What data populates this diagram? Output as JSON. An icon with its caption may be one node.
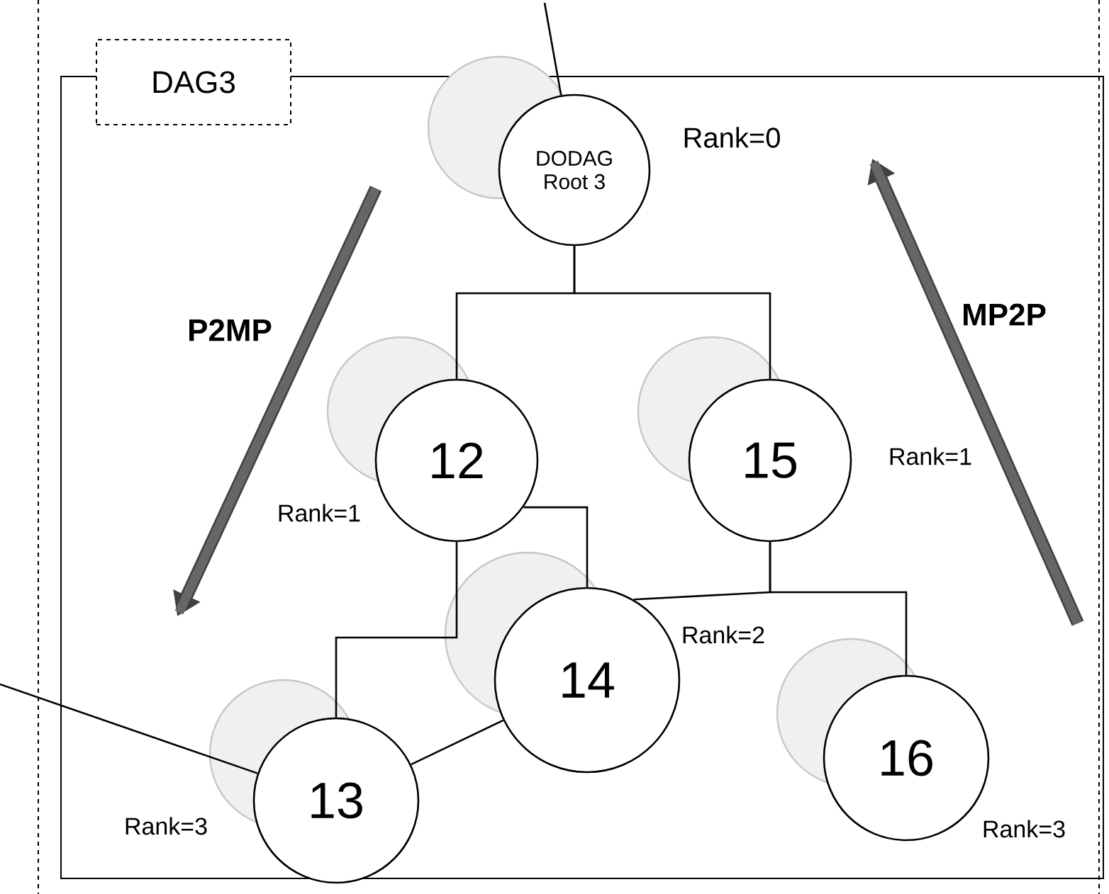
{
  "diagram": {
    "nodes": [
      {
        "text": [
          "DAG3"
        ]
      },
      {
        "text": [
          "DODAG Root 3"
        ],
        "beside": [
          "Rank=0"
        ]
      },
      {
        "text": [
          "12"
        ],
        "beside": [
          "Rank=1"
        ]
      },
      {
        "text": [
          "15"
        ],
        "beside": [
          "Rank=1"
        ]
      },
      {
        "text": [
          "14"
        ],
        "beside": [
          "Rank=2"
        ]
      },
      {
        "text": [
          "13"
        ],
        "beside": [
          "Rank=3"
        ]
      },
      {
        "text": [
          "16"
        ],
        "beside": [
          "Rank=3"
        ]
      }
    ],
    "edges": [
      {
        "from": 1,
        "to": 2,
        "arrow": "none"
      },
      {
        "from": 1,
        "to": 3,
        "arrow": "none"
      },
      {
        "from": 2,
        "to": 5,
        "arrow": "none"
      },
      {
        "from": 2,
        "to": 4,
        "arrow": "none"
      },
      {
        "from": 3,
        "to": 4,
        "arrow": "none"
      },
      {
        "from": 3,
        "to": 6,
        "arrow": "none"
      },
      {
        "from": 5,
        "to": 4,
        "arrow": "none"
      },
      {
        "from": null,
        "to": 1,
        "arrow": "none"
      },
      {
        "from": null,
        "to": 5,
        "arrow": "none"
      }
    ],
    "labels": [
      "P2MP",
      "MP2P"
    ]
  }
}
